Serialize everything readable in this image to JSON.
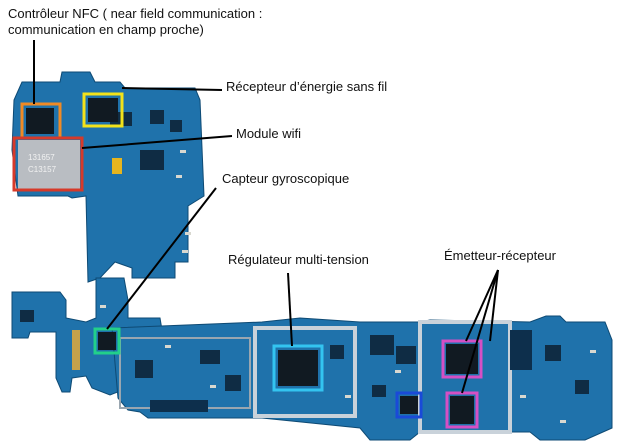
{
  "labels": {
    "nfc_line1": "Contrôleur NFC ( near field communication :",
    "nfc_line2": "communication en champ proche)",
    "wireless_charging": "Récepteur d’énergie sans fil",
    "wifi_module": "Module wifi",
    "gyroscope": "Capteur gyroscopique",
    "multi_regulator": "Régulateur multi-tension",
    "transceiver": "Émetteur-récepteur"
  },
  "chip_markings": {
    "wifi_line1": "131657",
    "wifi_line2": "C13157"
  },
  "colors": {
    "board": "#1e6fa8",
    "board_dark": "#15568a",
    "nfc_box": "#f08a24",
    "wireless_box": "#f2e21a",
    "wifi_box": "#d63a2a",
    "gyro_box": "#22d08a",
    "regulator_box": "#33c4f0",
    "blue_box": "#1a4ad8",
    "transceiver_box": "#d64fc4"
  }
}
